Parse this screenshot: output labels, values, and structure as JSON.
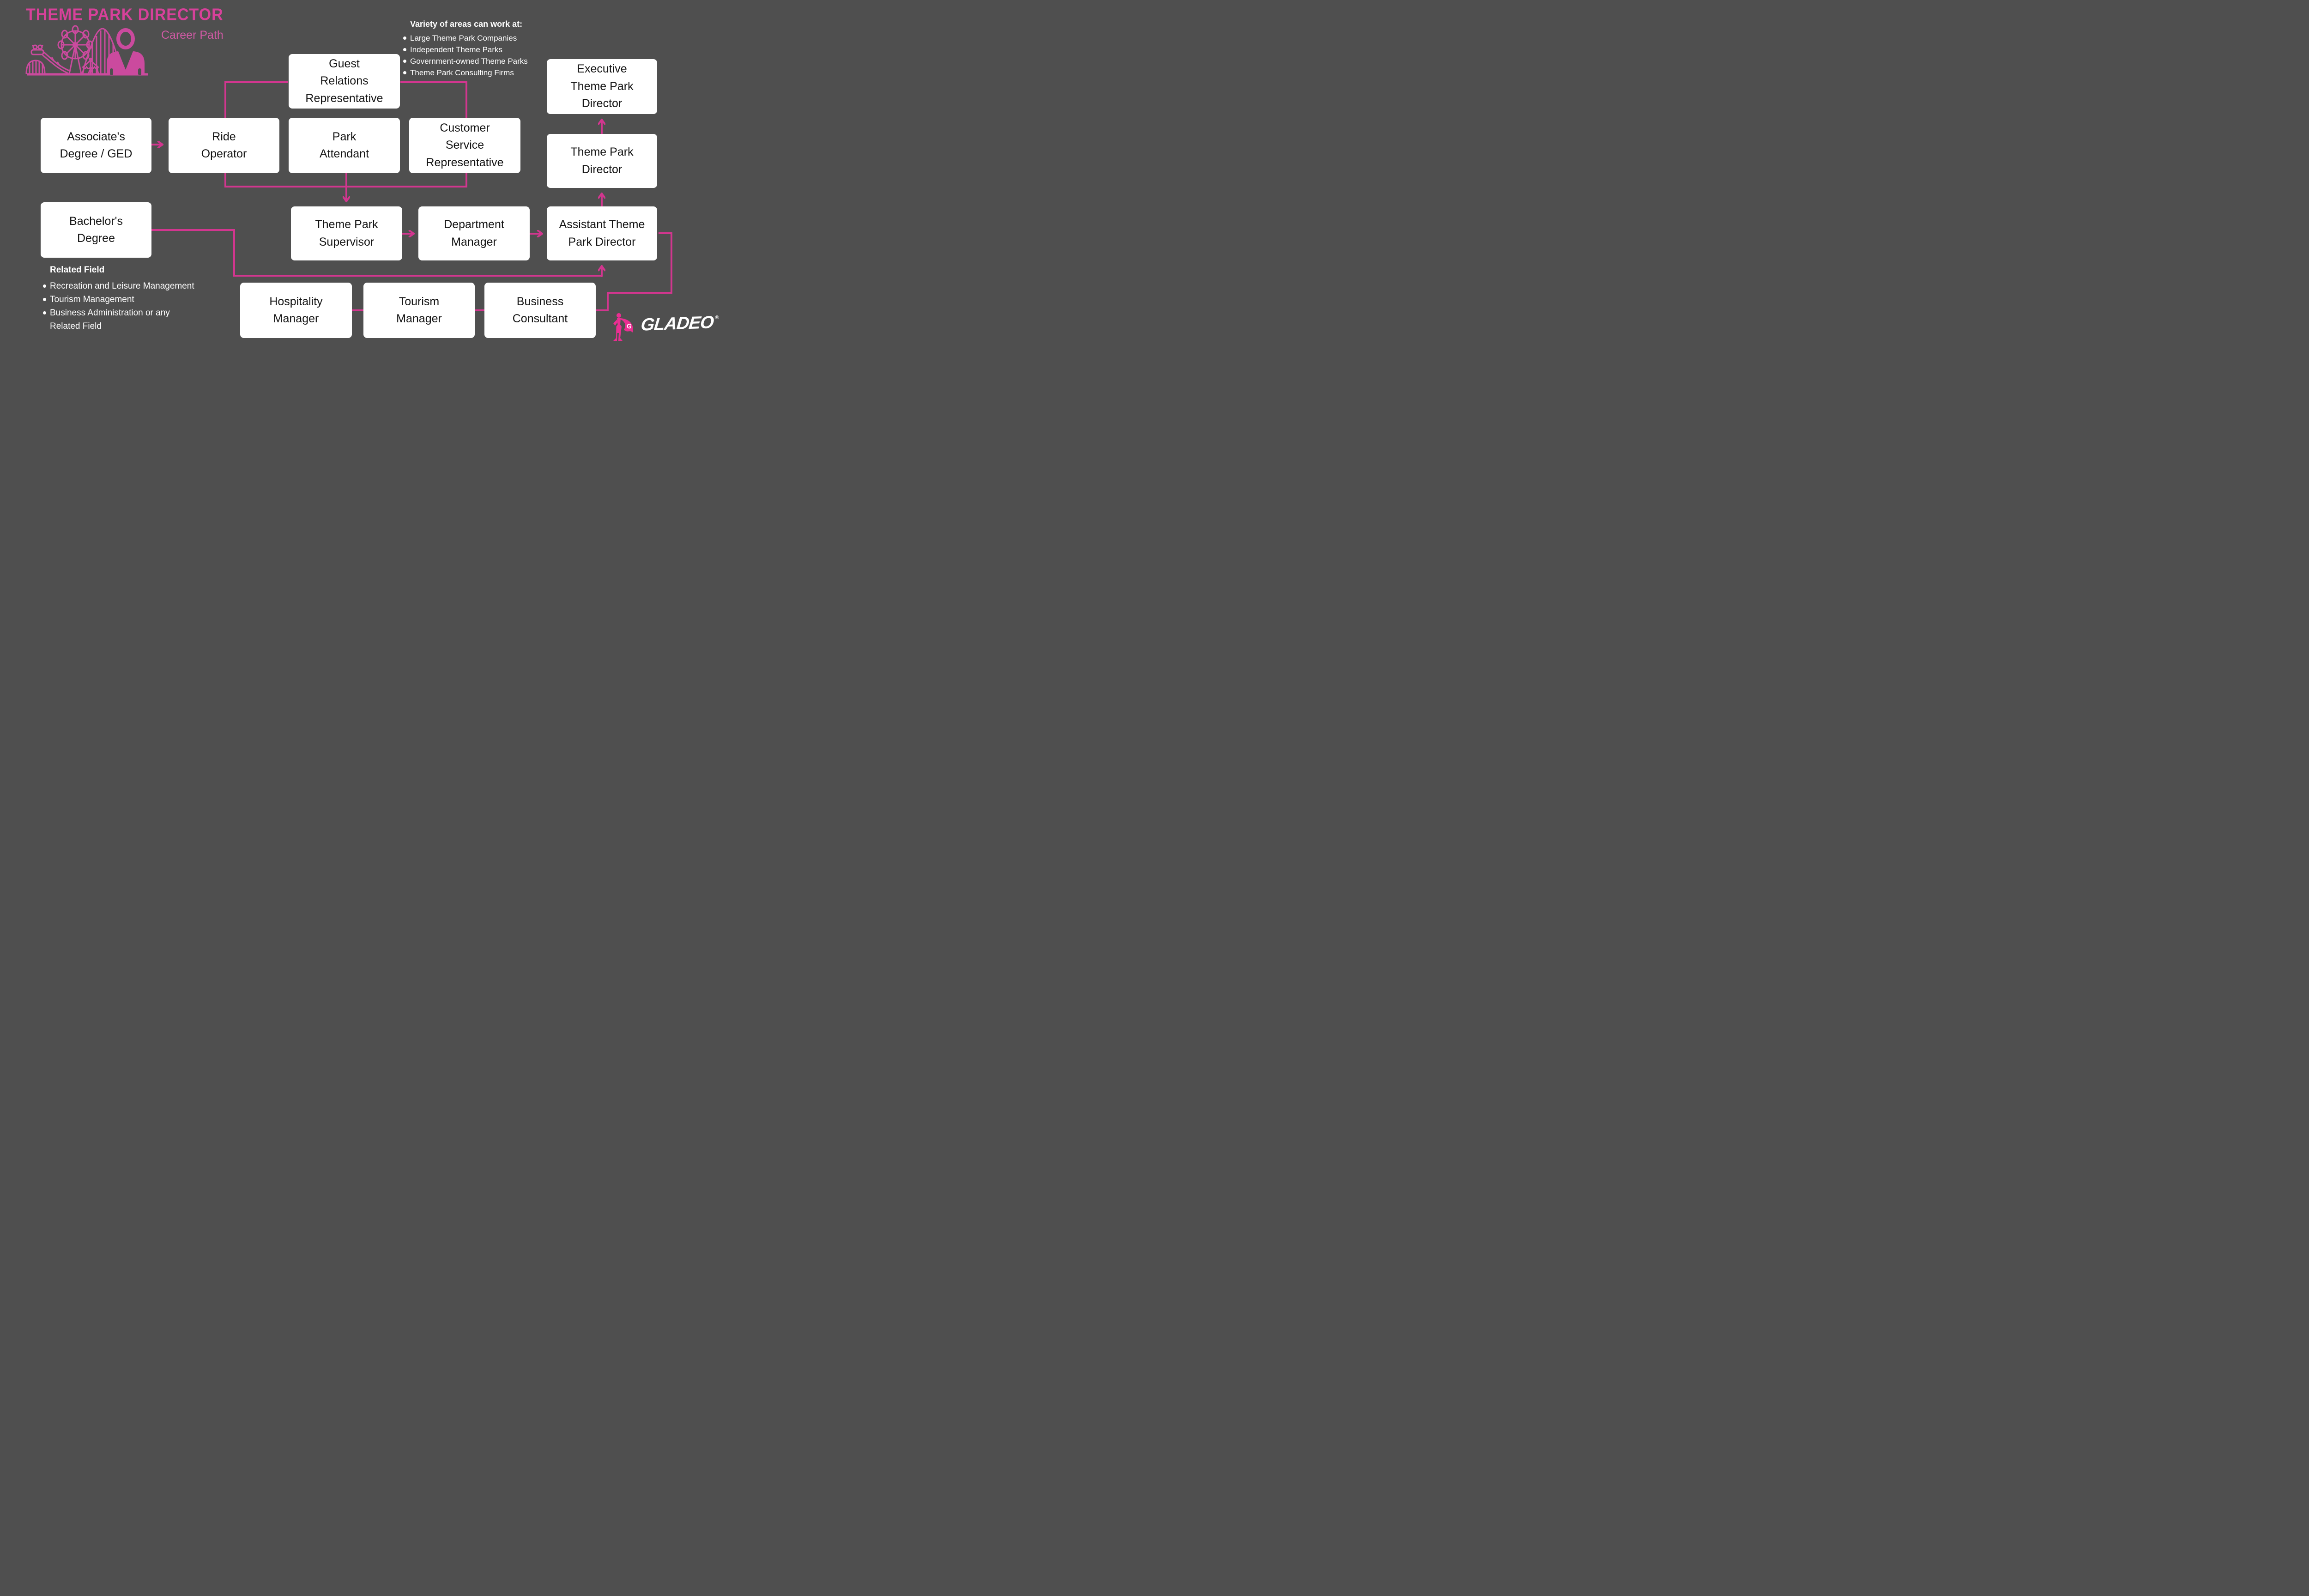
{
  "poster": {
    "title": "THEME PARK DIRECTOR",
    "subtitle": "Career Path"
  },
  "work_areas": {
    "heading": "Variety of areas can work at:",
    "items": [
      "Large Theme Park Companies",
      "Independent Theme Parks",
      "Government-owned Theme Parks",
      "Theme Park Consulting Firms"
    ]
  },
  "related_field": {
    "heading": "Related Field",
    "items": [
      "Recreation and Leisure Management",
      "Tourism Management",
      "Business Administration or any\nRelated Field"
    ]
  },
  "nodes": {
    "associates_degree": {
      "label": "Associate's\nDegree / GED"
    },
    "ride_operator": {
      "label": "Ride\nOperator"
    },
    "guest_relations": {
      "label": "Guest\nRelations\nRepresentative"
    },
    "park_attendant": {
      "label": "Park\nAttendant"
    },
    "customer_service": {
      "label": "Customer\nService\nRepresentative"
    },
    "executive_director": {
      "label": "Executive\nTheme Park\nDirector"
    },
    "theme_park_director": {
      "label": "Theme Park\nDirector"
    },
    "supervisor": {
      "label": "Theme Park\nSupervisor"
    },
    "department_manager": {
      "label": "Department\nManager"
    },
    "assistant_director": {
      "label": "Assistant Theme\nPark Director"
    },
    "bachelors_degree": {
      "label": "Bachelor's\nDegree"
    },
    "hospitality_manager": {
      "label": "Hospitality\nManager"
    },
    "tourism_manager": {
      "label": "Tourism\nManager"
    },
    "business_consultant": {
      "label": "Business\nConsultant"
    }
  },
  "logo": {
    "brand": "GLADEO",
    "registered": "®",
    "mascot_letter": "G"
  },
  "colors": {
    "background": "#4f4f4f",
    "connector_magenta": "#d2368f",
    "title_pink": "#d7419a",
    "icon_pink": "#cb4a9e",
    "logo_pink": "#ea2e92",
    "box_background": "#ffffff",
    "box_text": "#141414",
    "list_text": "#ffffff"
  }
}
